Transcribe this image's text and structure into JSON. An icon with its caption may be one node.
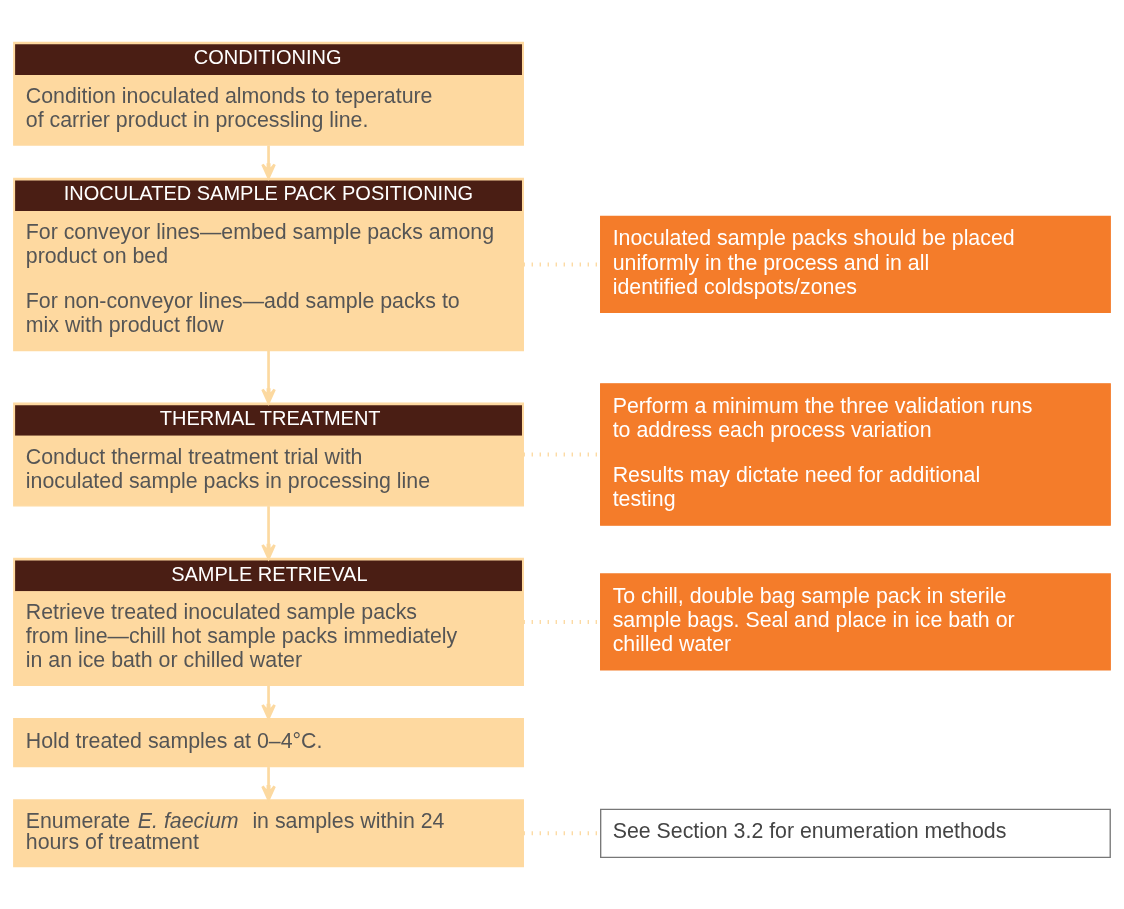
{
  "diagram": {
    "nodes": [
      {
        "text": [
          "CONDITIONING",
          "Condition inoculated almonds to teperature of carrier product in processling line."
        ]
      },
      {
        "text": [
          "INOCULATED SAMPLE PACK POSITIONING",
          "For conveyor lines—embed sample packs among product on bed",
          "For non-conveyor lines—add sample packs to mix with product flow"
        ]
      },
      {
        "text": [
          "Inoculated sample packs should be placed uniformly in the process and in all identified coldspots/zones"
        ]
      },
      {
        "text": [
          "THERMAL TREATMENT",
          "Conduct thermal treatment trial with inoculated sample packs in processing line"
        ]
      },
      {
        "text": [
          "Perform a minimum the three validation runs to address each process variation",
          "Results may dictate need for additional testing"
        ]
      },
      {
        "text": [
          "SAMPLE RETRIEVAL",
          "Retrieve treated inoculated sample packs from line—chill hot sample packs immediately in an ice bath or chilled water"
        ]
      },
      {
        "text": [
          "To chill, double bag sample pack in sterile sample bags. Seal and place in ice bath or chilled water"
        ]
      },
      {
        "text": [
          "Hold treated samples at 0–4°C."
        ]
      },
      {
        "text": [
          "Enumerate *E. faecium* in samples within 24 hours of treatment"
        ]
      },
      {
        "text": [
          "See Section 3.2 for enumeration methods"
        ]
      }
    ],
    "edges": [
      {
        "from": 0,
        "to": 1,
        "arrow": "to"
      },
      {
        "from": 1,
        "to": 3,
        "arrow": "to"
      },
      {
        "from": 3,
        "to": 5,
        "arrow": "to"
      },
      {
        "from": 5,
        "to": 7,
        "arrow": "to"
      },
      {
        "from": 7,
        "to": 8,
        "arrow": "to"
      },
      {
        "from": 1,
        "to": 2,
        "arrow": "none",
        "style": "dashed"
      },
      {
        "from": 3,
        "to": 4,
        "arrow": "none",
        "style": "dashed"
      },
      {
        "from": 5,
        "to": 6,
        "arrow": "none",
        "style": "dashed"
      },
      {
        "from": 8,
        "to": 9,
        "arrow": "none",
        "style": "dashed"
      }
    ]
  }
}
